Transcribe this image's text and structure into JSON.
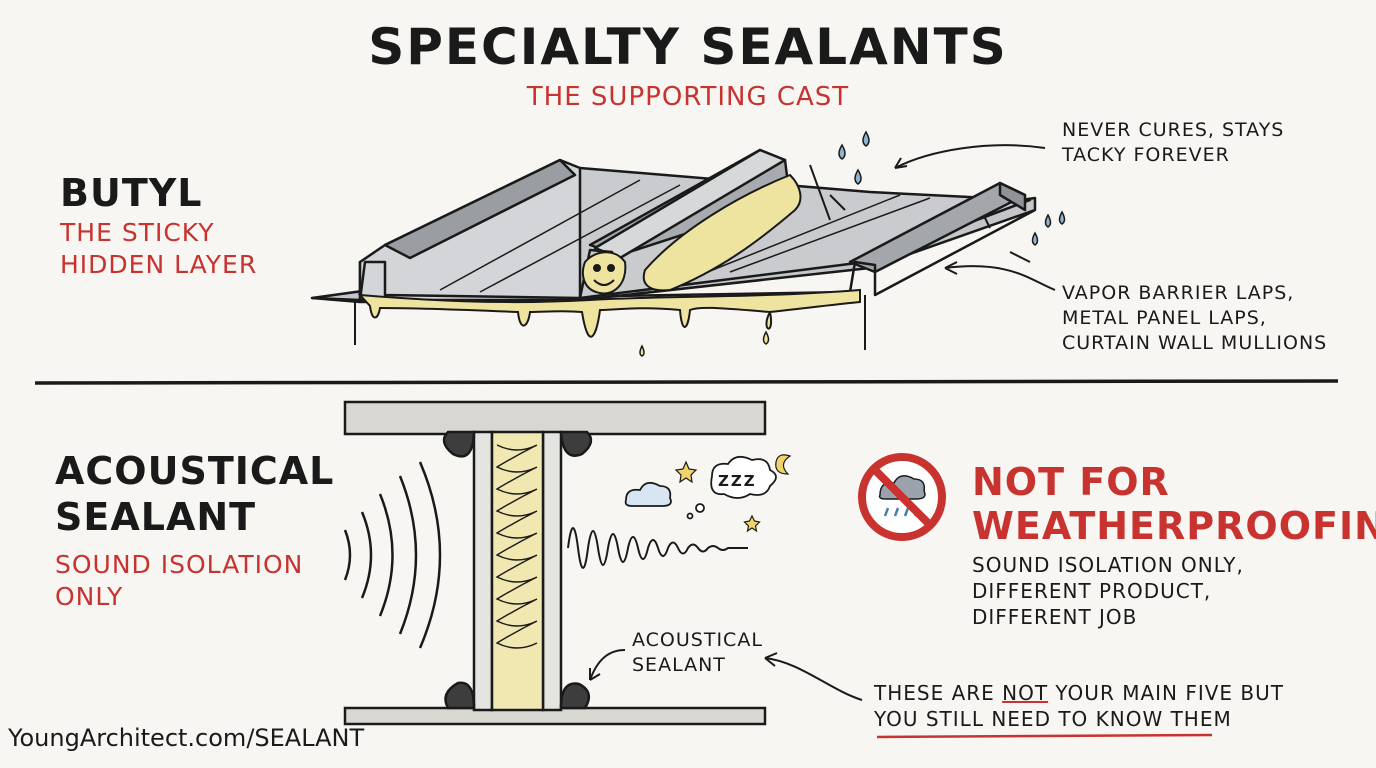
{
  "title": "SPECIALTY SEALANTS",
  "subtitle": "THE SUPPORTING CAST",
  "butyl": {
    "heading": "BUTYL",
    "tagline_line1": "THE STICKY",
    "tagline_line2": "HIDDEN LAYER",
    "callout_top_line1": "NEVER CURES, STAYS",
    "callout_top_line2": "TACKY FOREVER",
    "callout_uses_line1": "VAPOR BARRIER LAPS,",
    "callout_uses_line2": "METAL PANEL LAPS,",
    "callout_uses_line3": "CURTAIN WALL MULLIONS"
  },
  "acoustical": {
    "heading_line1": "ACOUSTICAL",
    "heading_line2": "SEALANT",
    "tagline_line1": "SOUND ISOLATION",
    "tagline_line2": "ONLY",
    "label_line1": "ACOUSTICAL",
    "label_line2": "SEALANT",
    "sleep_text": "ZZZ"
  },
  "warning": {
    "headline_line1": "NOT FOR",
    "headline_line2": "WEATHERPROOFING",
    "body_line1": "SOUND ISOLATION ONLY,",
    "body_line2": "DIFFERENT PRODUCT,",
    "body_line3": "DIFFERENT JOB"
  },
  "reminder": {
    "line1_before": "THESE ARE ",
    "line1_emph": "NOT",
    "line1_after": " YOUR MAIN FIVE BUT",
    "line2_before": "YOU STILL ",
    "line2_emph": "NEED TO KNOW THEM"
  },
  "footer": "YoungArchitect.com/SEALANT",
  "colors": {
    "accent_red": "#c8322f",
    "butyl_yellow": "#efe3a0",
    "metal_gray": "#b9bcc0",
    "water_blue": "#8fb5d2"
  }
}
